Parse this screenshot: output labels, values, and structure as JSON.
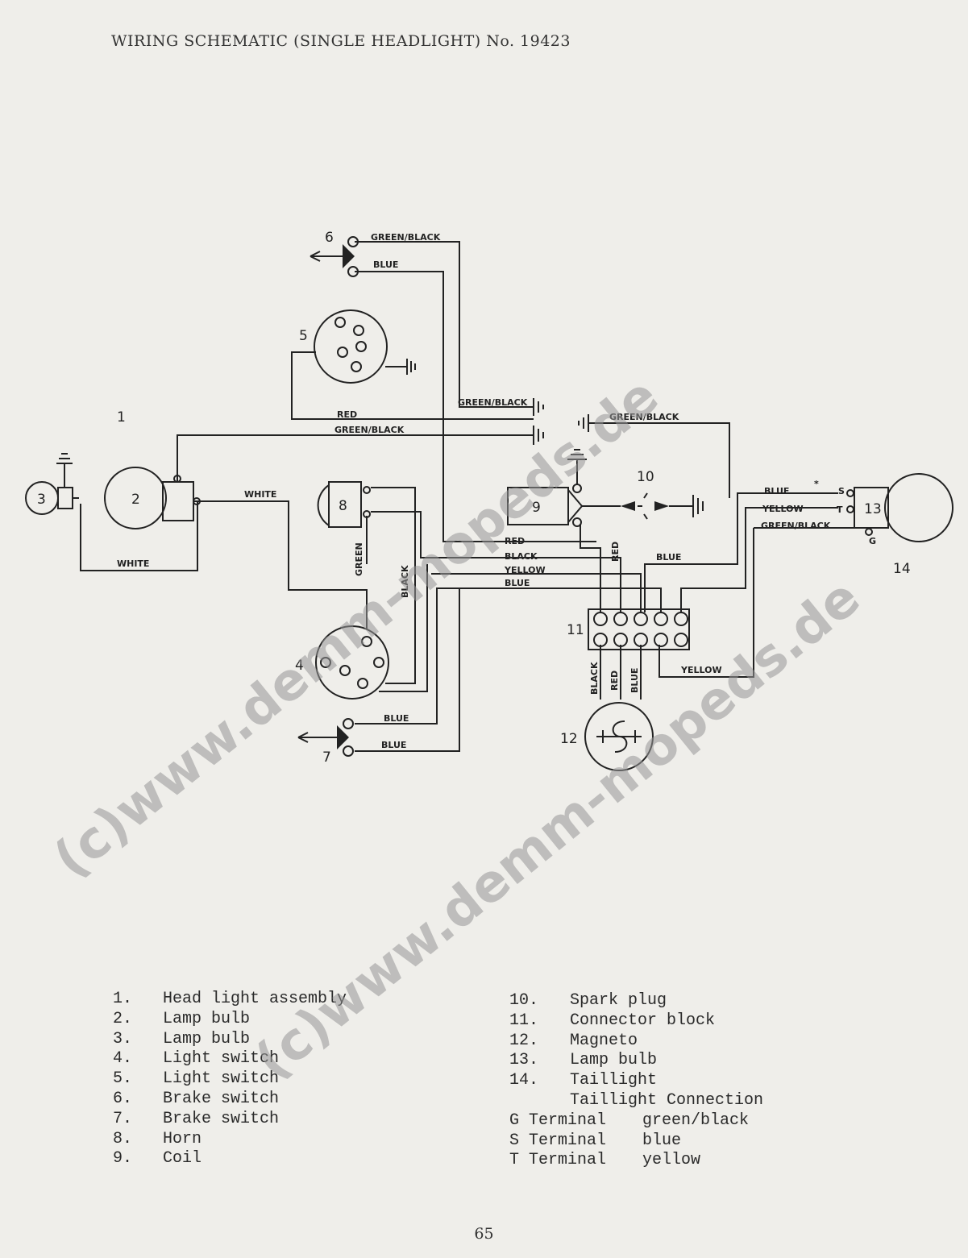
{
  "title": "WIRING SCHEMATIC (SINGLE HEADLIGHT) No. 19423",
  "diagram": {
    "component_numbers": [
      "1",
      "2",
      "3",
      "4",
      "5",
      "6",
      "7",
      "8",
      "9",
      "10",
      "11",
      "12",
      "13",
      "14"
    ],
    "wire_labels": {
      "green_black_6": "GREEN/BLACK",
      "blue_6": "BLUE",
      "green_black_mid": "GREEN/BLACK",
      "green_black_right": "GREEN/BLACK",
      "red_top": "RED",
      "green_black_top": "GREEN/BLACK",
      "white_top": "WHITE",
      "white_bottom": "WHITE",
      "green_vert": "GREEN",
      "black_vert": "BLACK",
      "red_mid": "RED",
      "black_mid": "BLACK",
      "yellow_mid": "YELLOW",
      "blue_mid": "BLUE",
      "red_vert": "RED",
      "blue_right": "BLUE",
      "blue_13": "BLUE",
      "yellow_13": "YELLOW",
      "green_black_13": "GREEN/BLACK",
      "yellow_bottom": "YELLOW",
      "black_12": "BLACK",
      "red_12": "RED",
      "blue_12": "BLUE",
      "blue_7_top": "BLUE",
      "blue_7_bottom": "BLUE"
    },
    "terminal_letters": {
      "s": "S",
      "t": "T",
      "g": "G"
    },
    "asterisk": "*"
  },
  "legend_left": [
    {
      "n": "1.",
      "label": "Head light assembly"
    },
    {
      "n": "2.",
      "label": "Lamp bulb"
    },
    {
      "n": "3.",
      "label": "Lamp bulb"
    },
    {
      "n": "4.",
      "label": "Light switch"
    },
    {
      "n": "5.",
      "label": "Light switch"
    },
    {
      "n": "6.",
      "label": "Brake switch"
    },
    {
      "n": "7.",
      "label": "Brake switch"
    },
    {
      "n": "8.",
      "label": "Horn"
    },
    {
      "n": "9.",
      "label": "Coil"
    }
  ],
  "legend_right": [
    {
      "n": "10.",
      "label": "Spark plug"
    },
    {
      "n": "11.",
      "label": "Connector block"
    },
    {
      "n": "12.",
      "label": "Magneto"
    },
    {
      "n": "13.",
      "label": "Lamp bulb"
    },
    {
      "n": "14.",
      "label": "Taillight"
    },
    {
      "n": "",
      "label": "Taillight Connection"
    }
  ],
  "terminals": [
    {
      "term": "G Terminal",
      "color": "green/black"
    },
    {
      "term": "S Terminal",
      "color": "blue"
    },
    {
      "term": "T Terminal",
      "color": "yellow"
    }
  ],
  "page_number": "65",
  "watermark": "(c)www.demm-mopeds.de"
}
